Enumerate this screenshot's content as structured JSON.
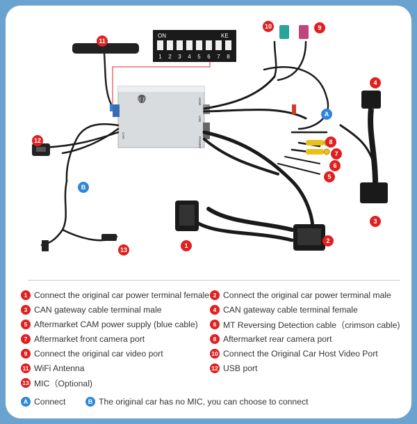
{
  "diagram": {
    "module_ports": [
      "CAN",
      "HDMI",
      "USB",
      "POWER"
    ],
    "dip_switch": {
      "left_label": "ON",
      "right_label": "KE",
      "positions": [
        "1",
        "2",
        "3",
        "4",
        "5",
        "6",
        "7",
        "8"
      ]
    },
    "callouts": [
      "1",
      "2",
      "3",
      "4",
      "5",
      "6",
      "7",
      "8",
      "9",
      "10",
      "11",
      "12",
      "13",
      "A",
      "B"
    ]
  },
  "legend": {
    "items": [
      {
        "num": "1",
        "text": "Connect the original car power terminal female"
      },
      {
        "num": "2",
        "text": "Connect the original car power terminal male"
      },
      {
        "num": "3",
        "text": "CAN gateway cable terminal male"
      },
      {
        "num": "4",
        "text": "CAN gateway cable terminal female"
      },
      {
        "num": "5",
        "text": "Aftermarket CAM power supply (blue cable)"
      },
      {
        "num": "6",
        "text": "MT Reversing Detection cable（crimson cable)"
      },
      {
        "num": "7",
        "text": "Aftermarket front camera port"
      },
      {
        "num": "8",
        "text": "Aftermarket rear camera port"
      },
      {
        "num": "9",
        "text": "Connect the original car video port"
      },
      {
        "num": "10",
        "text": "Connect the Original Car Host Video Port"
      },
      {
        "num": "11",
        "text": "WiFi Antenna"
      },
      {
        "num": "12",
        "text": "USB port"
      },
      {
        "num": "13",
        "text": "MIC（Optional)"
      }
    ],
    "notes": [
      {
        "num": "A",
        "text": "Connect"
      },
      {
        "num": "B",
        "text": "The original car has no MIC, you can choose to connect"
      }
    ]
  },
  "colors": {
    "marker": "#e02020",
    "marker_blue": "#2f86d8",
    "background": "#6aa3cf",
    "cable": "#1a1a1a"
  }
}
